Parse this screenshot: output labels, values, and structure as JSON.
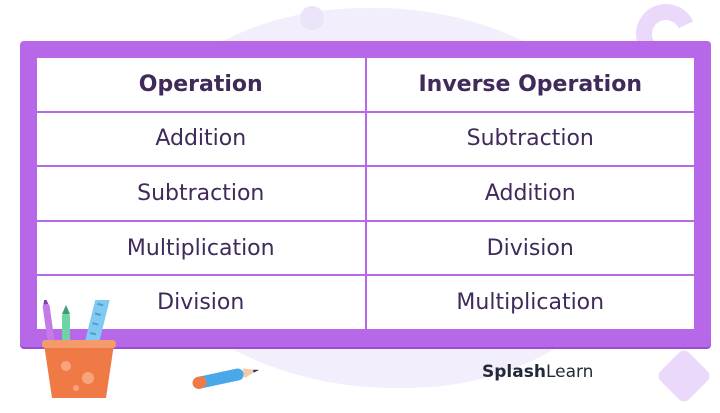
{
  "table": {
    "headers": [
      "Operation",
      "Inverse Operation"
    ],
    "rows": [
      [
        "Addition",
        "Subtraction"
      ],
      [
        "Subtraction",
        "Addition"
      ],
      [
        "Multiplication",
        "Division"
      ],
      [
        "Division",
        "Multiplication"
      ]
    ]
  },
  "brand": {
    "part1": "Splash",
    "part2": "Learn"
  },
  "colors": {
    "frame": "#b768e8",
    "text": "#3f2a59",
    "decor": "#ead9fa",
    "cup": "#f07a45"
  },
  "icons": [
    "pencil-cup-icon",
    "pen-icon",
    "ring-decoration",
    "diamond-decoration"
  ]
}
